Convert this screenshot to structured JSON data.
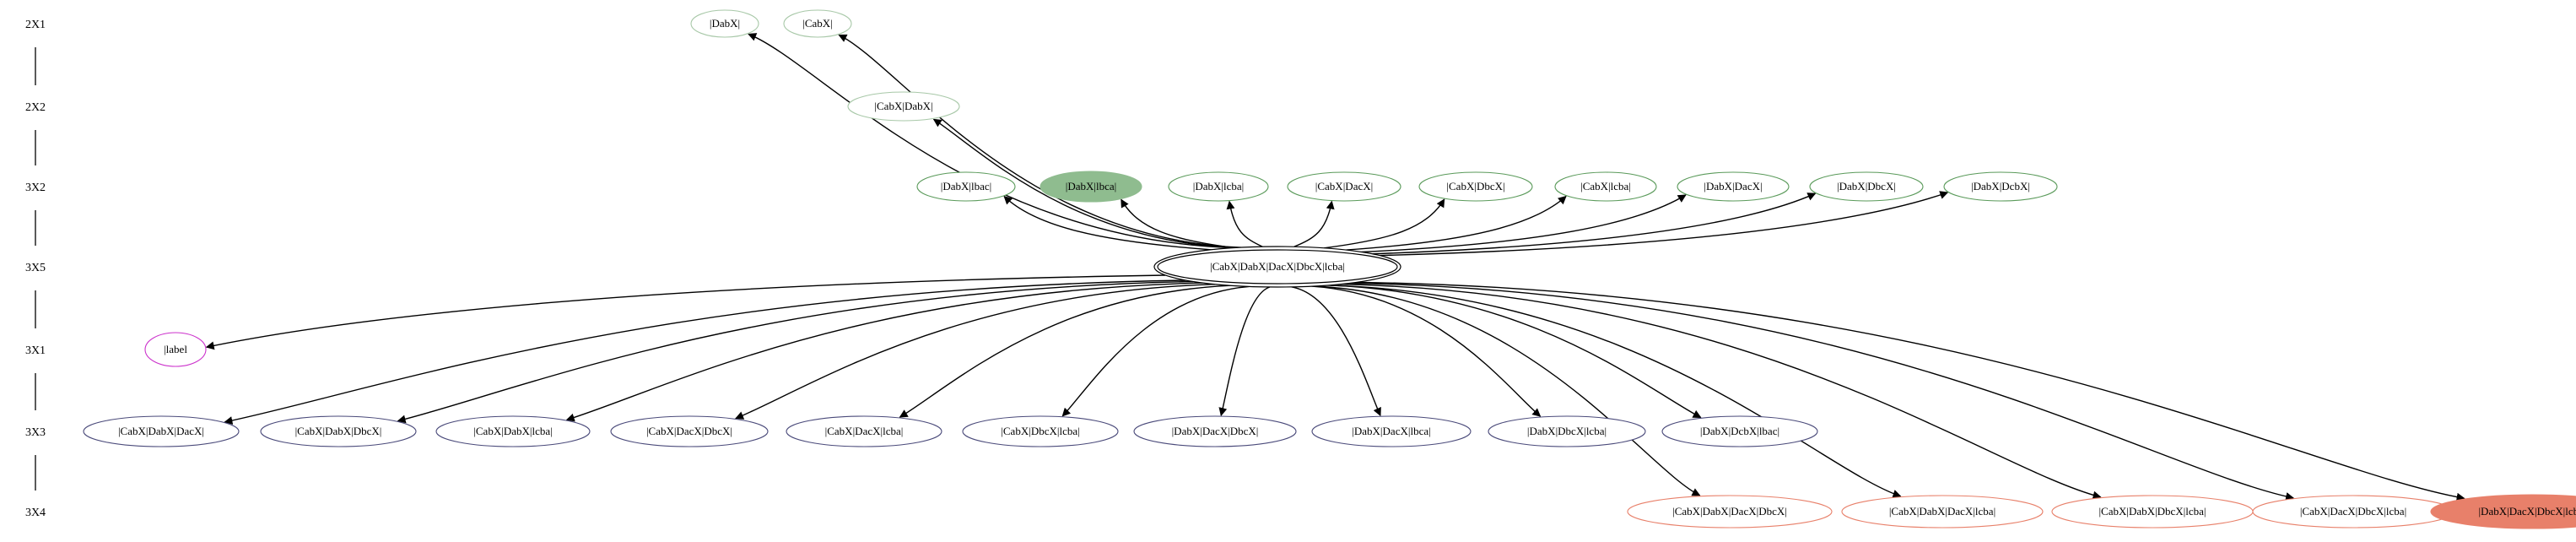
{
  "diagram": {
    "ranks": [
      "2X1",
      "2X2",
      "3X2",
      "3X5",
      "3X1",
      "3X3",
      "3X4"
    ],
    "center": {
      "id": "c",
      "label": "|CabX|DabX|DacX|DbcX|lcba|",
      "style": "double"
    },
    "nodes": [
      {
        "id": "n1",
        "label": "|DabX|",
        "rank": "2X1",
        "color": "#a8c8a8",
        "filled": false
      },
      {
        "id": "n2",
        "label": "|CabX|",
        "rank": "2X1",
        "color": "#a8c8a8",
        "filled": false
      },
      {
        "id": "n3",
        "label": "|CabX|DabX|",
        "rank": "2X2",
        "color": "#a8c8a8",
        "filled": false
      },
      {
        "id": "n4",
        "label": "|DabX|lbac|",
        "rank": "3X2",
        "color": "#5a9a5a",
        "filled": false
      },
      {
        "id": "n5",
        "label": "|DabX|lbca|",
        "rank": "3X2",
        "color": "#8fbc8f",
        "filled": true
      },
      {
        "id": "n6",
        "label": "|DabX|lcba|",
        "rank": "3X2",
        "color": "#5a9a5a",
        "filled": false
      },
      {
        "id": "n7",
        "label": "|CabX|DacX|",
        "rank": "3X2",
        "color": "#5a9a5a",
        "filled": false
      },
      {
        "id": "n8",
        "label": "|CabX|DbcX|",
        "rank": "3X2",
        "color": "#5a9a5a",
        "filled": false
      },
      {
        "id": "n9",
        "label": "|CabX|lcba|",
        "rank": "3X2",
        "color": "#5a9a5a",
        "filled": false
      },
      {
        "id": "n10",
        "label": "|DabX|DacX|",
        "rank": "3X2",
        "color": "#5a9a5a",
        "filled": false
      },
      {
        "id": "n11",
        "label": "|DabX|DbcX|",
        "rank": "3X2",
        "color": "#5a9a5a",
        "filled": false
      },
      {
        "id": "n12",
        "label": "|DabX|DcbX|",
        "rank": "3X2",
        "color": "#5a9a5a",
        "filled": false
      },
      {
        "id": "n13",
        "label": "|label",
        "rank": "3X1",
        "color": "#cc33cc",
        "filled": false
      },
      {
        "id": "n14",
        "label": "|CabX|DabX|DacX|",
        "rank": "3X3",
        "color": "#4a4a7a",
        "filled": false
      },
      {
        "id": "n15",
        "label": "|CabX|DabX|DbcX|",
        "rank": "3X3",
        "color": "#4a4a7a",
        "filled": false
      },
      {
        "id": "n16",
        "label": "|CabX|DabX|lcba|",
        "rank": "3X3",
        "color": "#4a4a7a",
        "filled": false
      },
      {
        "id": "n17",
        "label": "|CabX|DacX|DbcX|",
        "rank": "3X3",
        "color": "#4a4a7a",
        "filled": false
      },
      {
        "id": "n18",
        "label": "|CabX|DacX|lcba|",
        "rank": "3X3",
        "color": "#4a4a7a",
        "filled": false
      },
      {
        "id": "n19",
        "label": "|CabX|DbcX|lcba|",
        "rank": "3X3",
        "color": "#4a4a7a",
        "filled": false
      },
      {
        "id": "n20",
        "label": "|DabX|DacX|DbcX|",
        "rank": "3X3",
        "color": "#4a4a7a",
        "filled": false
      },
      {
        "id": "n21",
        "label": "|DabX|DacX|lbca|",
        "rank": "3X3",
        "color": "#4a4a7a",
        "filled": false
      },
      {
        "id": "n22",
        "label": "|DabX|DbcX|lcba|",
        "rank": "3X3",
        "color": "#4a4a7a",
        "filled": false
      },
      {
        "id": "n23",
        "label": "|DabX|DcbX|lbac|",
        "rank": "3X3",
        "color": "#4a4a7a",
        "filled": false
      },
      {
        "id": "n24",
        "label": "|CabX|DabX|DacX|DbcX|",
        "rank": "3X4",
        "color": "#e8806a",
        "filled": false
      },
      {
        "id": "n25",
        "label": "|CabX|DabX|DacX|lcba|",
        "rank": "3X4",
        "color": "#e8806a",
        "filled": false
      },
      {
        "id": "n26",
        "label": "|CabX|DabX|DbcX|lcba|",
        "rank": "3X4",
        "color": "#e8806a",
        "filled": false
      },
      {
        "id": "n27",
        "label": "|CabX|DacX|DbcX|lcba|",
        "rank": "3X4",
        "color": "#e8806a",
        "filled": false
      },
      {
        "id": "n28",
        "label": "|DabX|DacX|DbcX|lcba|",
        "rank": "3X4",
        "color": "#e8806a",
        "filled": true
      }
    ],
    "edges_from_center_to": [
      "n1",
      "n2",
      "n3",
      "n4",
      "n5",
      "n6",
      "n7",
      "n8",
      "n9",
      "n10",
      "n11",
      "n12",
      "n13",
      "n14",
      "n15",
      "n16",
      "n17",
      "n18",
      "n19",
      "n20",
      "n21",
      "n22",
      "n23",
      "n24",
      "n25",
      "n26",
      "n27",
      "n28"
    ]
  }
}
